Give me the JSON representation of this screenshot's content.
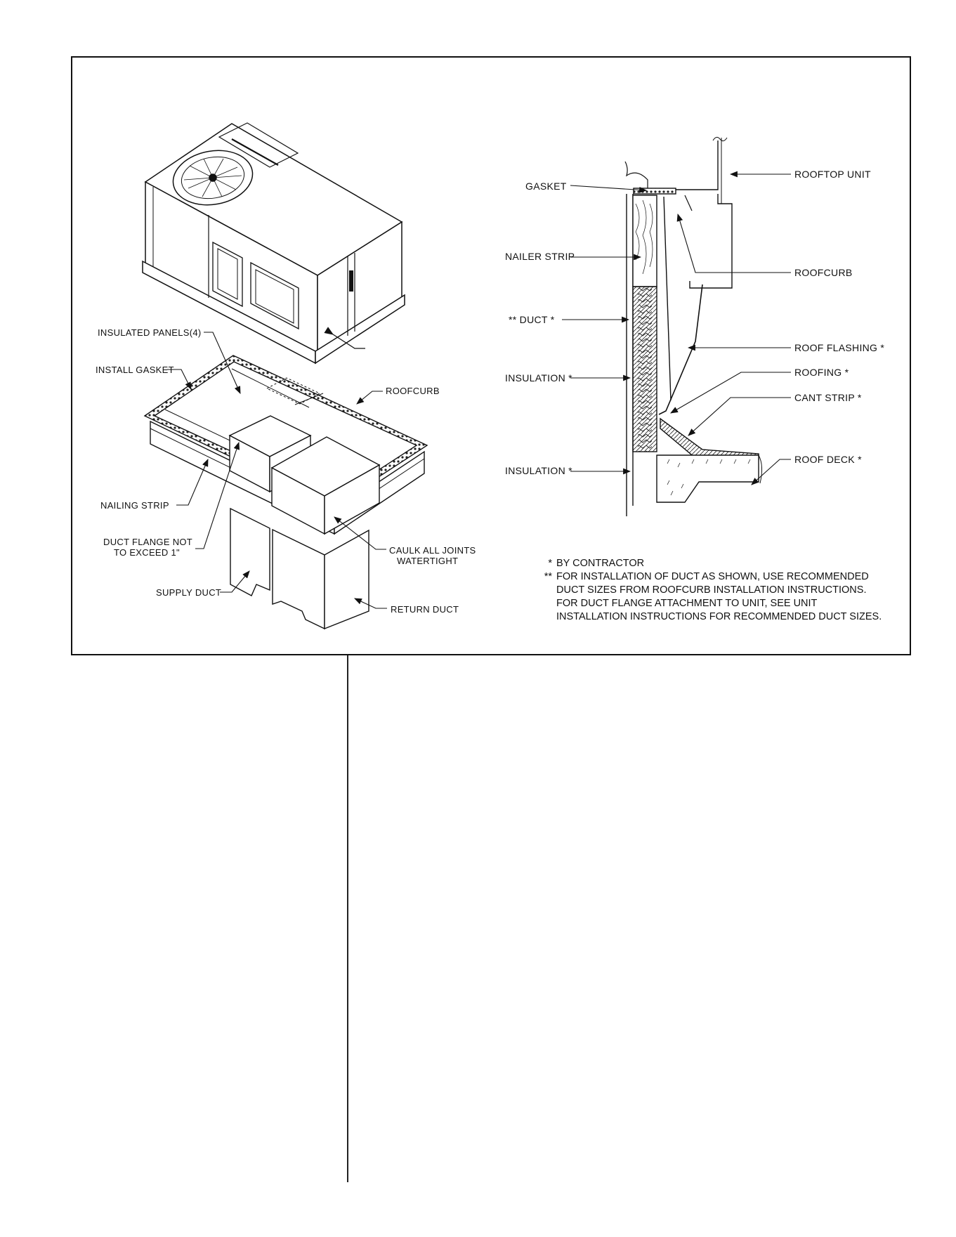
{
  "left_figure": {
    "labels": {
      "insulated_panels": "INSULATED PANELS(4)",
      "install_gasket": "INSTALL GASKET",
      "roofcurb": "ROOFCURB",
      "nailing_strip": "NAILING STRIP",
      "duct_flange_1": "DUCT FLANGE NOT",
      "duct_flange_2": "TO EXCEED 1\"",
      "caulk_1": "CAULK ALL JOINTS",
      "caulk_2": "WATERTIGHT",
      "supply_duct": "SUPPLY DUCT",
      "return_duct": "RETURN DUCT"
    }
  },
  "right_figure": {
    "labels": {
      "gasket": "GASKET",
      "rooftop_unit": "ROOFTOP UNIT",
      "nailer_strip": "NAILER STRIP",
      "roofcurb": "ROOFCURB",
      "duct": "** DUCT *",
      "roof_flashing": "ROOF FLASHING *",
      "insulation_upper": "INSULATION *",
      "roofing": "ROOFING *",
      "cant_strip": "CANT STRIP *",
      "insulation_lower": "INSULATION *",
      "roof_deck": "ROOF DECK *"
    }
  },
  "notes": {
    "note1_marker": "*",
    "note1_text": "BY CONTRACTOR",
    "note2_marker": "**",
    "note2_line1": "FOR INSTALLATION OF DUCT AS SHOWN, USE RECOMMENDED",
    "note2_line2": "DUCT SIZES FROM ROOFCURB INSTALLATION INSTRUCTIONS.",
    "note2_line3": "FOR DUCT FLANGE ATTACHMENT TO UNIT, SEE UNIT",
    "note2_line4": "INSTALLATION INSTRUCTIONS FOR RECOMMENDED DUCT SIZES."
  }
}
